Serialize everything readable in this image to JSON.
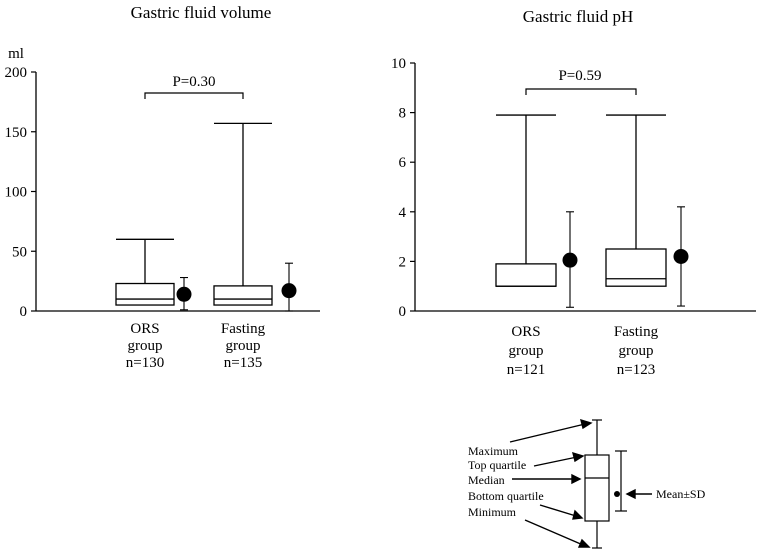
{
  "chart_data": [
    {
      "type": "boxplot",
      "title": "Gastric fluid volume",
      "ylabel": "ml",
      "ylim": [
        0,
        200
      ],
      "yticks": [
        0,
        50,
        100,
        150,
        200
      ],
      "comparison_label": "P=0.30",
      "groups": [
        {
          "label_lines": [
            "ORS",
            "group",
            "n=130"
          ],
          "min": 0,
          "q1": 5,
          "median": 10,
          "q3": 23,
          "max": 60,
          "mean": 14,
          "sd_low": 1,
          "sd_high": 28
        },
        {
          "label_lines": [
            "Fasting",
            "group",
            "n=135"
          ],
          "min": 0,
          "q1": 5,
          "median": 10,
          "q3": 21,
          "max": 157,
          "mean": 17,
          "sd_low": 0,
          "sd_high": 40
        }
      ]
    },
    {
      "type": "boxplot",
      "title": "Gastric fluid pH",
      "ylabel": "",
      "ylim": [
        0,
        10
      ],
      "yticks": [
        0,
        2,
        4,
        6,
        8,
        10
      ],
      "comparison_label": "P=0.59",
      "groups": [
        {
          "label_lines": [
            "ORS",
            "group",
            "n=121"
          ],
          "min": 1.0,
          "q1": 1.0,
          "median": 1.0,
          "q3": 1.9,
          "max": 7.9,
          "mean": 2.05,
          "sd_low": 0.15,
          "sd_high": 4.0
        },
        {
          "label_lines": [
            "Fasting",
            "group",
            "n=123"
          ],
          "min": 1.0,
          "q1": 1.0,
          "median": 1.3,
          "q3": 2.5,
          "max": 7.9,
          "mean": 2.2,
          "sd_low": 0.2,
          "sd_high": 4.2
        }
      ]
    }
  ],
  "legend": {
    "labels": [
      "Maximum",
      "Top quartile",
      "Median",
      "Bottom quartile",
      "Minimum"
    ],
    "mean_label": "Mean±SD"
  }
}
